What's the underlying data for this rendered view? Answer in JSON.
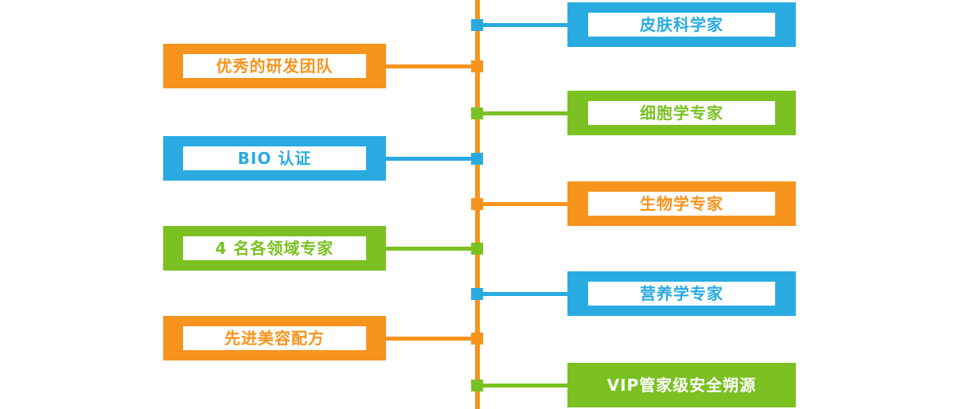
{
  "diagram": {
    "axis_color": "#F7941E",
    "colors": {
      "orange": "#F7941E",
      "blue": "#29ABE2",
      "green": "#7AC121"
    },
    "left_items": [
      {
        "label": "优秀的研发团队",
        "color": "#F7941E"
      },
      {
        "label": "BIO 认证",
        "color": "#29ABE2"
      },
      {
        "label": "4 名各领域专家",
        "color": "#7AC121"
      },
      {
        "label": "先进美容配方",
        "color": "#F7941E"
      }
    ],
    "right_items": [
      {
        "label": "皮肤科学家",
        "color": "#29ABE2"
      },
      {
        "label": "细胞学专家",
        "color": "#7AC121"
      },
      {
        "label": "生物学专家",
        "color": "#F7941E"
      },
      {
        "label": "营养学专家",
        "color": "#29ABE2"
      },
      {
        "label": "VIP管家级安全朔源",
        "color": "#7AC121"
      }
    ]
  }
}
